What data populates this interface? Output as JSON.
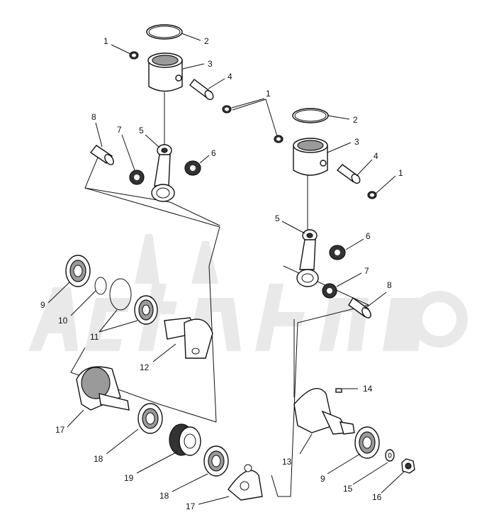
{
  "callouts": {
    "c1a": "1",
    "c2a": "2",
    "c3a": "3",
    "c4a": "4",
    "c1b": "1",
    "c2b": "2",
    "c3b": "3",
    "c4b": "4",
    "c1c": "1",
    "c8a": "8",
    "c7a": "7",
    "c5a": "5",
    "c6a": "6",
    "c5b": "5",
    "c6b": "6",
    "c7b": "7",
    "c8b": "8",
    "c9a": "9",
    "c10": "10",
    "c11": "11",
    "c12": "12",
    "c14": "14",
    "c13": "13",
    "c9b": "9",
    "c17a": "17",
    "c18a": "18",
    "c19": "19",
    "c18b": "18",
    "c17b": "17",
    "c15": "15",
    "c16": "16"
  },
  "colors": {
    "line": "#111111",
    "watermark": "#e9e9e9"
  }
}
